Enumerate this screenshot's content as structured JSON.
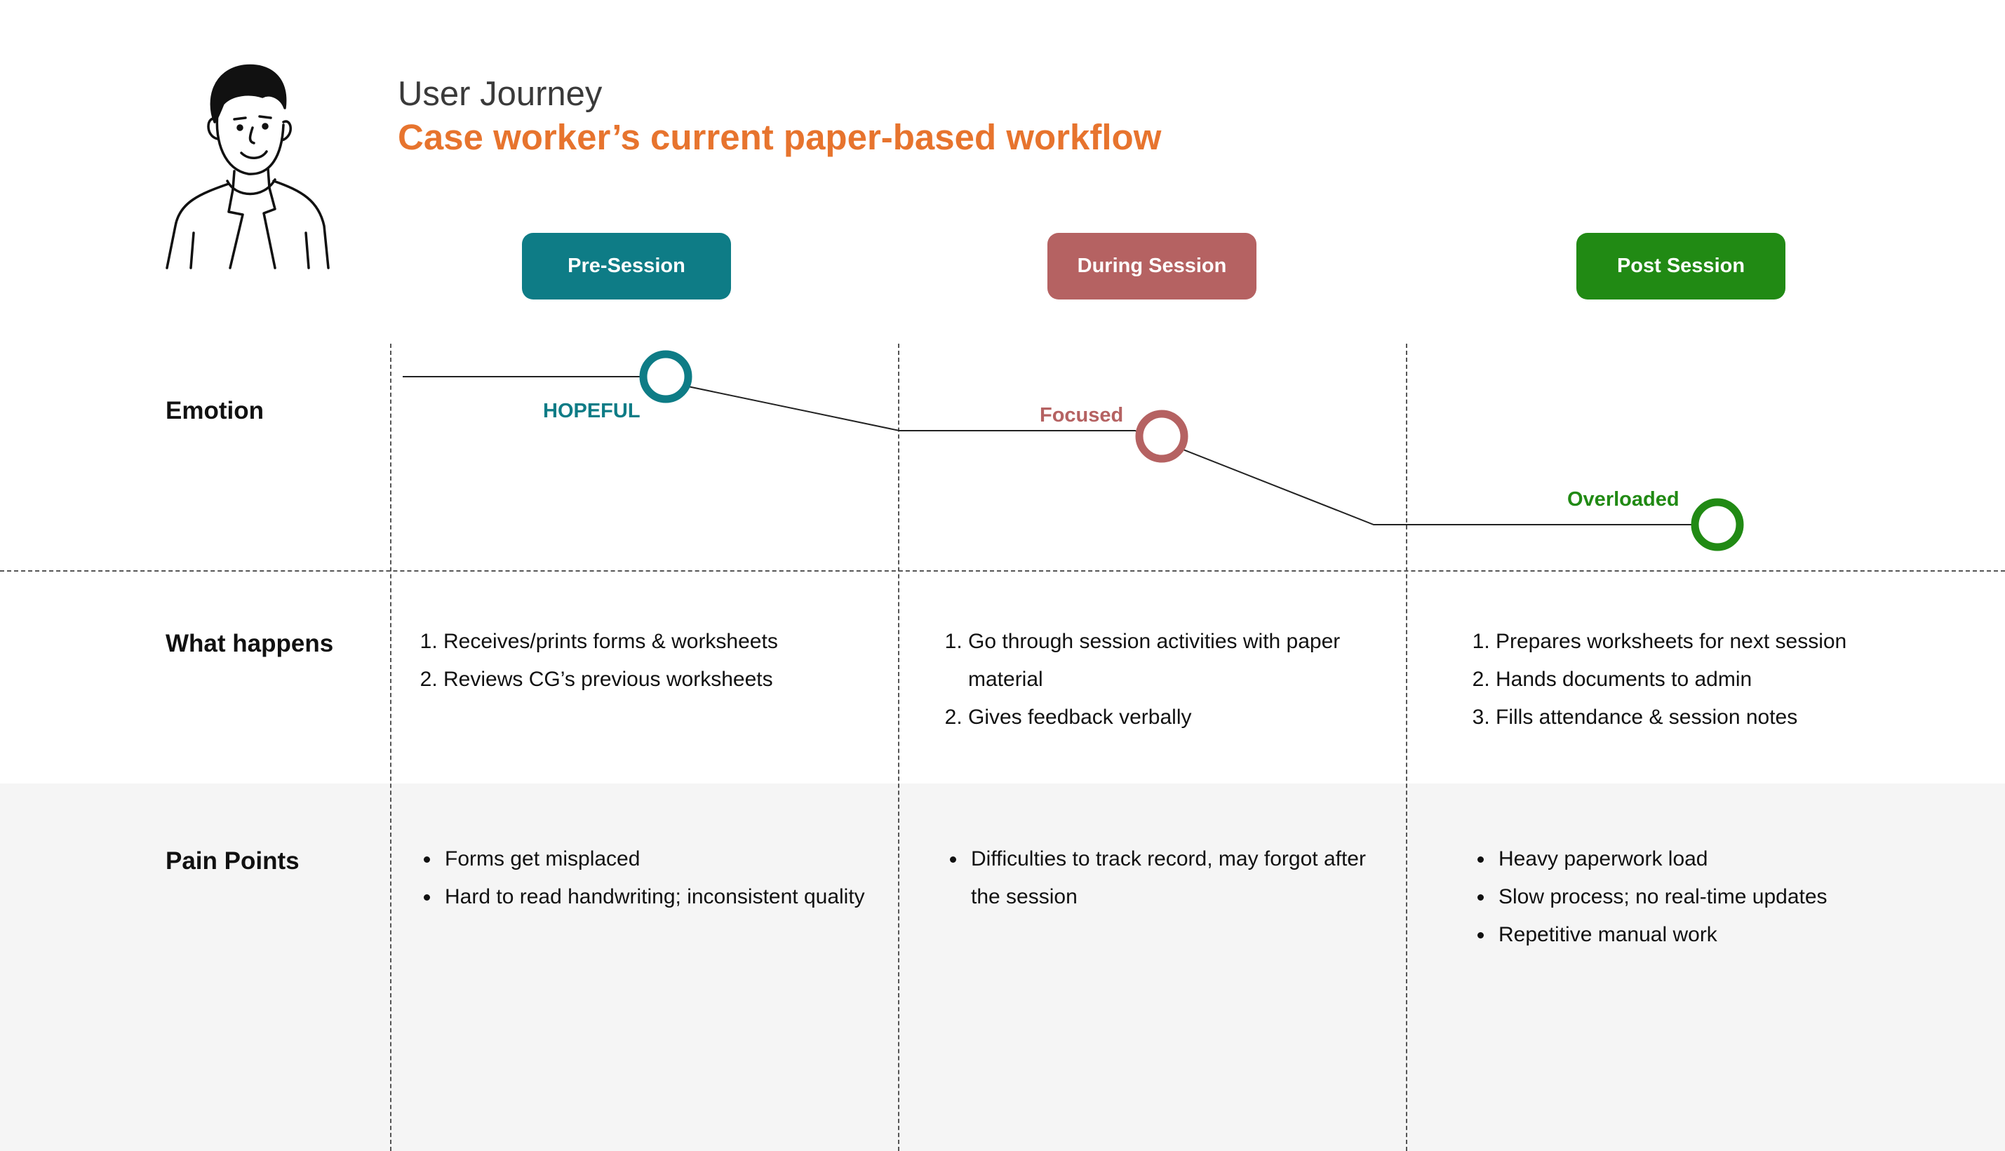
{
  "header": {
    "subtitle": "User Journey",
    "title": "Case worker’s current paper-based workflow"
  },
  "avatar": {
    "icon": "person-avatar-icon"
  },
  "stages": [
    {
      "label": "Pre-Session",
      "color": "#0e7c86"
    },
    {
      "label": "During Session",
      "color": "#b56262"
    },
    {
      "label": "Post Session",
      "color": "#218a14"
    }
  ],
  "rows": {
    "emotion": "Emotion",
    "what_happens": "What happens",
    "pain_points": "Pain Points"
  },
  "emotions": [
    {
      "label": "HOPEFUL",
      "color": "#0e7c86"
    },
    {
      "label": "Focused",
      "color": "#b56262"
    },
    {
      "label": "Overloaded",
      "color": "#218a14"
    }
  ],
  "what_happens": [
    [
      "Receives/prints forms & worksheets",
      "Reviews CG’s previous worksheets"
    ],
    [
      "Go through session activities with paper material",
      "Gives feedback verbally"
    ],
    [
      "Prepares worksheets for next session",
      "Hands documents to admin",
      "Fills attendance & session notes"
    ]
  ],
  "pain_points": [
    [
      "Forms get misplaced",
      "Hard to read handwriting; inconsistent quality"
    ],
    [
      "Difficulties to track record, may forgot after the session"
    ],
    [
      "Heavy paperwork load",
      "Slow process; no real-time updates",
      "Repetitive manual work"
    ]
  ]
}
